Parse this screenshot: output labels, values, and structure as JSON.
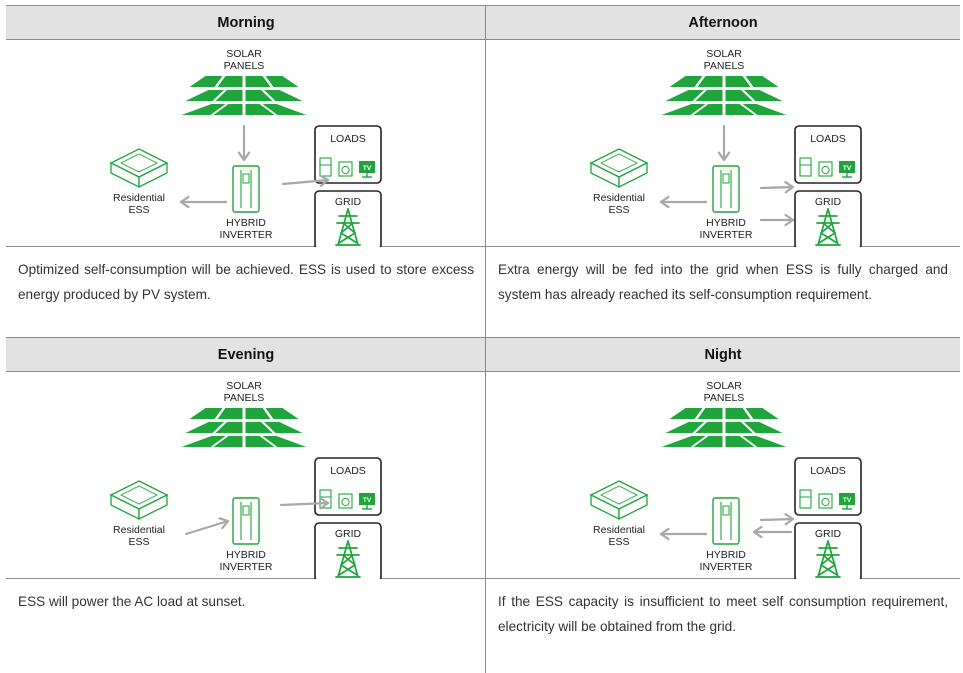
{
  "labels": {
    "solar_line1": "SOLAR",
    "solar_line2": "PANELS",
    "ess_line1": "Residential",
    "ess_line2": "ESS",
    "inverter_line1": "HYBRID",
    "inverter_line2": "INVERTER",
    "loads": "LOADS",
    "grid": "GRID",
    "tv": "TV"
  },
  "colors": {
    "accent_green": "#1fa53c",
    "header_bg": "#e2e2e2",
    "arrow_gray": "#a8a8a8"
  },
  "quadrants": [
    {
      "title": "Morning",
      "description": "Optimized self-consumption will be achieved. ESS is used to store excess energy produced by PV system.",
      "flows": [
        "solar-to-inverter",
        "inverter-to-ess",
        "inverter-to-loads"
      ]
    },
    {
      "title": "Afternoon",
      "description": "Extra energy will be fed into the grid when ESS is fully charged and system has already reached its self-consumption requirement.",
      "flows": [
        "solar-to-inverter",
        "inverter-to-ess",
        "inverter-to-loads",
        "inverter-to-grid"
      ]
    },
    {
      "title": "Evening",
      "description": "ESS will power the AC load at sunset.",
      "flows": [
        "ess-to-inverter",
        "inverter-to-loads"
      ]
    },
    {
      "title": "Night",
      "description": "If the ESS capacity is insufficient to meet self consumption requirement, electricity will be obtained from the grid.",
      "flows": [
        "inverter-to-ess",
        "inverter-to-loads",
        "grid-to-inverter"
      ]
    }
  ]
}
